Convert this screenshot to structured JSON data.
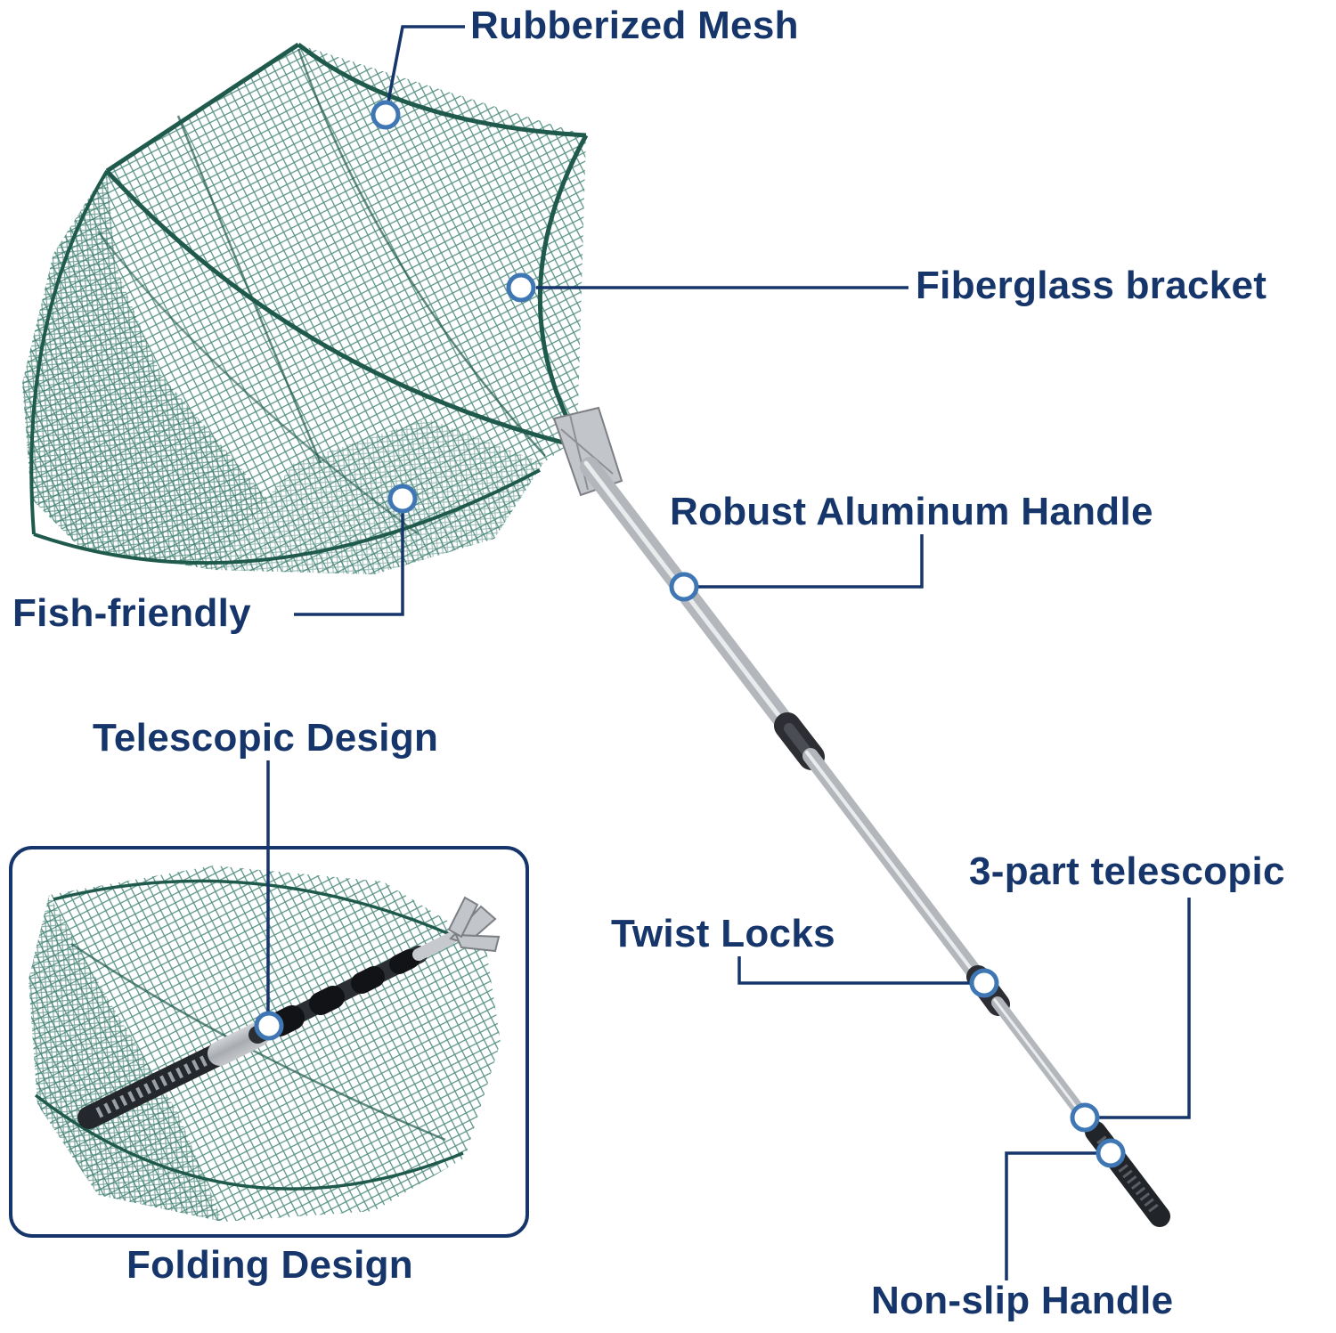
{
  "diagram": {
    "labels": {
      "rubberized_mesh": "Rubberized Mesh",
      "fiberglass_bracket": "Fiberglass bracket",
      "robust_aluminum_handle": "Robust Aluminum Handle",
      "fish_friendly": "Fish-friendly",
      "telescopic_design": "Telescopic Design",
      "twist_locks": "Twist Locks",
      "three_part_telescopic": "3-part telescopic",
      "folding_design": "Folding Design",
      "non_slip_handle": "Non-slip Handle"
    },
    "colors": {
      "background": "#ffffff",
      "label_text": "#16366b",
      "leader_line": "#16366b",
      "marker_ring": "#3f77b5",
      "marker_fill": "#ffffff",
      "net_mesh_green": "#3b8070",
      "net_frame_green": "#1f5a4d",
      "pole_silver": "#b3b6bb",
      "hardware_black": "#2c2e33",
      "inset_border": "#16366b"
    }
  }
}
